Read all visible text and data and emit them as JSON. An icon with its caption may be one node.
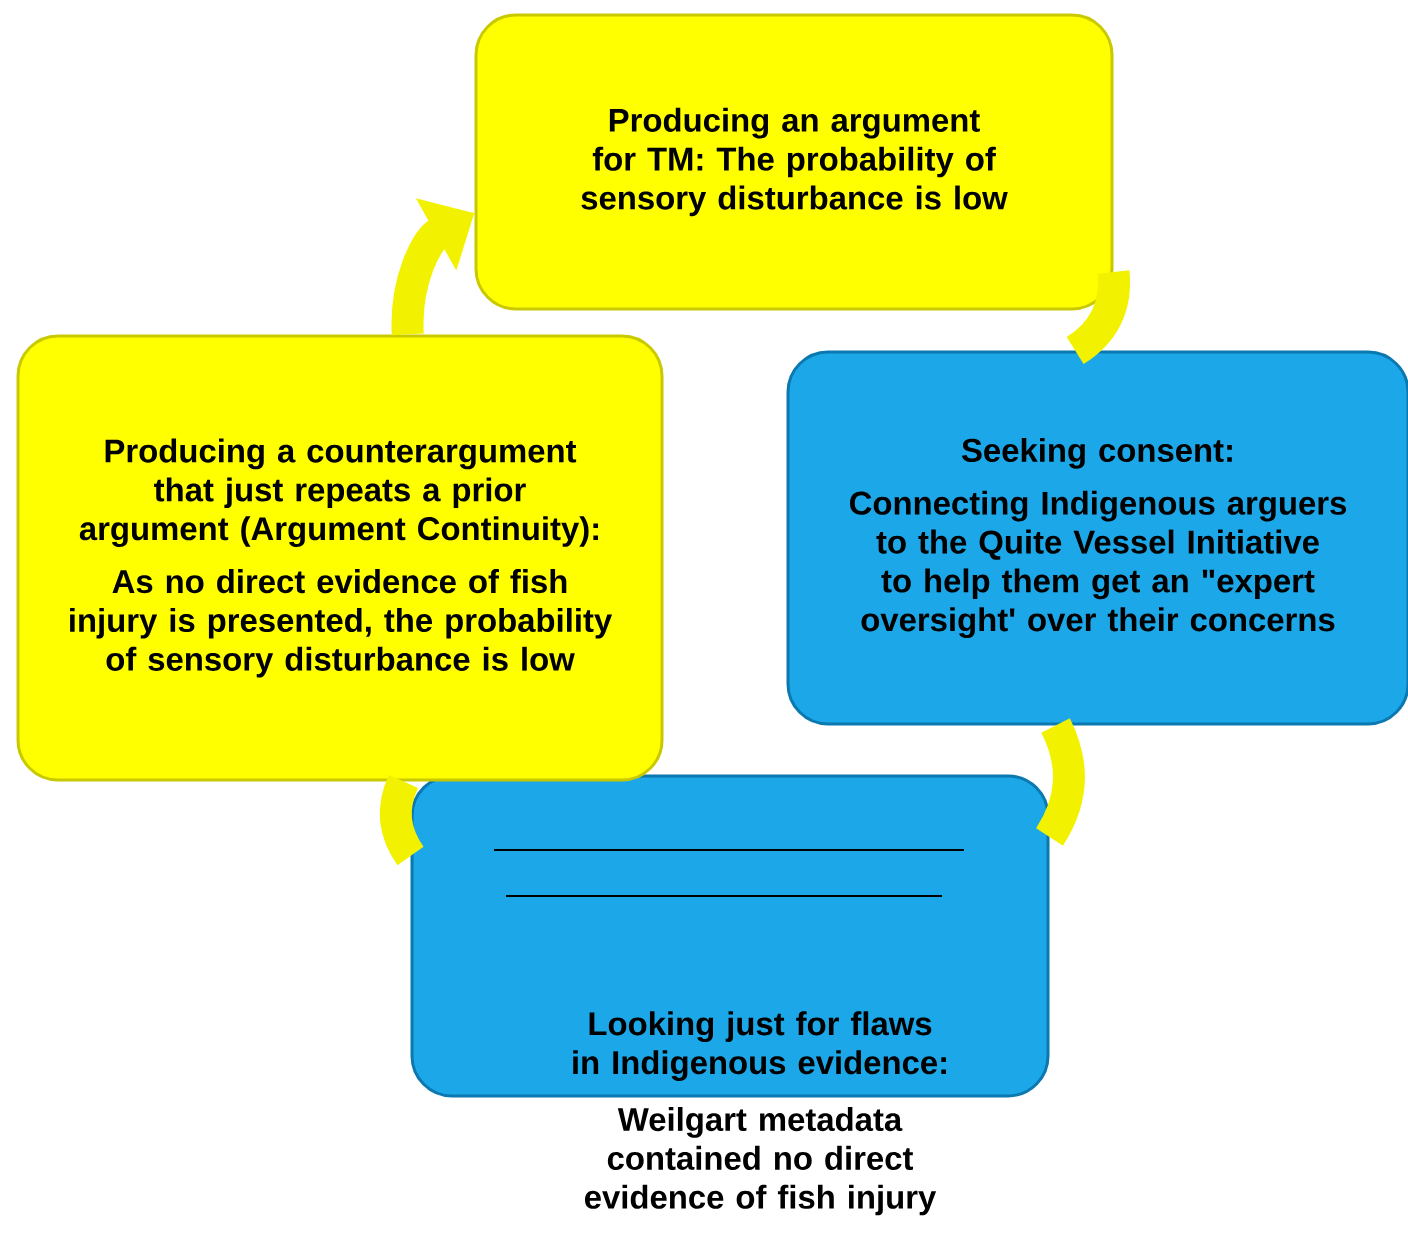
{
  "diagram": {
    "nodes": [
      {
        "text": [
          "Producing an argument for TM: The probability of sensory disturbance is low"
        ]
      },
      {
        "text": [
          "Seeking consent:",
          "Connecting Indigenous arguers to the Quite Vessel Initiative to help them get an \"expert oversight' over their concerns"
        ]
      },
      {
        "text": [
          "Looking just for flaws in Indigenous evidence:",
          "Weilgart metadata contained no direct evidence of fish injury"
        ]
      },
      {
        "text": [
          "Producing a counterargument that just repeats a prior argument (Argument Continuity):",
          "As no direct evidence of fish injury is presented, the probability of sensory disturbance is low"
        ]
      }
    ],
    "edges": [
      {
        "from": 3,
        "to": 0,
        "arrow": "to"
      },
      {
        "from": 0,
        "to": 1,
        "arrow": "none"
      },
      {
        "from": 1,
        "to": 2,
        "arrow": "none"
      },
      {
        "from": 2,
        "to": 3,
        "arrow": "none"
      }
    ]
  }
}
